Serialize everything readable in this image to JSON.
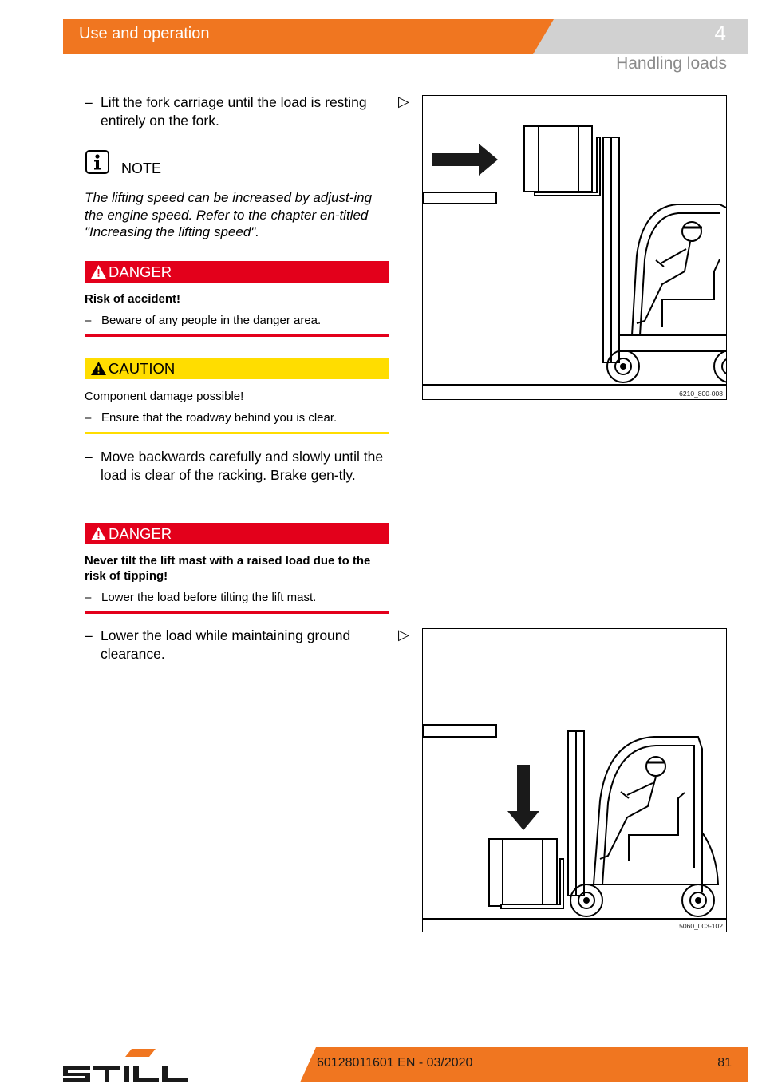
{
  "header": {
    "section": "Use and operation",
    "chapter": "4",
    "subsection": "Handling loads"
  },
  "steps": [
    {
      "dash": "–",
      "text": "Lift the fork carriage until the load is resting entirely on the fork."
    },
    {
      "dash": "–",
      "text": "Move backwards carefully and slowly until the load is clear of the racking. Brake gen-tly."
    },
    {
      "dash": "–",
      "text": "Lower the load while maintaining ground clearance."
    }
  ],
  "note": {
    "title": "NOTE",
    "text": "The lifting speed can be increased by adjust-ing the engine speed. Refer to the chapter en-titled \"Increasing the lifting speed\"."
  },
  "warnings": [
    {
      "level": "DANGER",
      "heading": "Risk of accident!",
      "item": "Beware of any people in the danger area.",
      "color": "#e3001b"
    },
    {
      "level": "CAUTION",
      "heading": "Component damage possible!",
      "item": "Ensure that the roadway behind you is clear.",
      "color": "#ffdd00"
    },
    {
      "level": "DANGER",
      "heading": "Never tilt the lift mast with a raised load due to the risk of tipping!",
      "item": "Lower the load before tilting the lift mast.",
      "color": "#e3001b"
    }
  ],
  "figures": [
    {
      "ref_marker": "▷",
      "code": "6210_800-008",
      "arrow": "arrow-right"
    },
    {
      "ref_marker": "▷",
      "code": "5060_003-102",
      "arrow": "arrow-down"
    }
  ],
  "footer": {
    "doc_number": "60128011601 EN - 03/2020",
    "page": "81",
    "logo_text": "STILL"
  },
  "colors": {
    "brand_orange": "#f07620",
    "header_grey": "#d1d1d1",
    "danger_red": "#e3001b",
    "caution_yellow": "#ffdd00"
  }
}
